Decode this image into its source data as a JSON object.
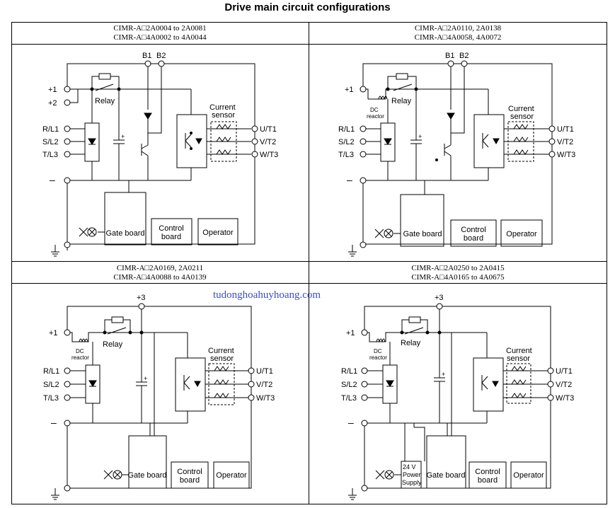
{
  "title": "Drive main circuit configurations",
  "watermark": "tudonghoahuyhoang.com",
  "cells": [
    {
      "model_lines": [
        "CIMR-A□2A0004 to 2A0081",
        "CIMR-A□4A0002 to 4A0044"
      ],
      "labels": {
        "brake_1": "B1",
        "brake_2": "B2",
        "plus_1": "+1",
        "plus_2": "+2",
        "r": "R/L1",
        "s": "S/L2",
        "t": "T/L3",
        "minus": "–",
        "u": "U/T1",
        "v": "V/T2",
        "w": "W/T3",
        "relay": "Relay",
        "current_sensor_1": "Current",
        "current_sensor_2": "sensor",
        "gate_board": "Gate board",
        "control_board_1": "Control",
        "control_board_2": "board",
        "operator": "Operator"
      }
    },
    {
      "model_lines": [
        "CIMR-A□2A0110, 2A0138",
        "CIMR-A□4A0058, 4A0072"
      ],
      "labels": {
        "brake_1": "B1",
        "brake_2": "B2",
        "plus_1": "+1",
        "dc_reactor_1": "DC",
        "dc_reactor_2": "reactor",
        "r": "R/L1",
        "s": "S/L2",
        "t": "T/L3",
        "minus": "–",
        "u": "U/T1",
        "v": "V/T2",
        "w": "W/T3",
        "relay": "Relay",
        "current_sensor_1": "Current",
        "current_sensor_2": "sensor",
        "gate_board": "Gate board",
        "control_board_1": "Control",
        "control_board_2": "board",
        "operator": "Operator"
      }
    },
    {
      "model_lines": [
        "CIMR-A□2A0169, 2A0211",
        "CIMR-A□4A0088 to 4A0139"
      ],
      "labels": {
        "plus_3": "+3",
        "plus_1": "+1",
        "dc_reactor_1": "DC",
        "dc_reactor_2": "reactor",
        "r": "R/L1",
        "s": "S/L2",
        "t": "T/L3",
        "minus": "–",
        "u": "U/T1",
        "v": "V/T2",
        "w": "W/T3",
        "relay": "Relay",
        "current_sensor_1": "Current",
        "current_sensor_2": "sensor",
        "gate_board": "Gate board",
        "control_board_1": "Control",
        "control_board_2": "board",
        "operator": "Operator"
      }
    },
    {
      "model_lines": [
        "CIMR-A□2A0250 to 2A0415",
        "CIMR-A□4A0165 to 4A0675"
      ],
      "labels": {
        "plus_3": "+3",
        "plus_1": "+1",
        "dc_reactor_1": "DC",
        "dc_reactor_2": "reactor",
        "r": "R/L1",
        "s": "S/L2",
        "t": "T/L3",
        "minus": "–",
        "u": "U/T1",
        "v": "V/T2",
        "w": "W/T3",
        "relay": "Relay",
        "current_sensor_1": "Current",
        "current_sensor_2": "sensor",
        "power_supply_1": "24 V",
        "power_supply_2": "Power",
        "power_supply_3": "Supply",
        "gate_board": "Gate board",
        "control_board_1": "Control",
        "control_board_2": "board",
        "operator": "Operator"
      }
    }
  ]
}
